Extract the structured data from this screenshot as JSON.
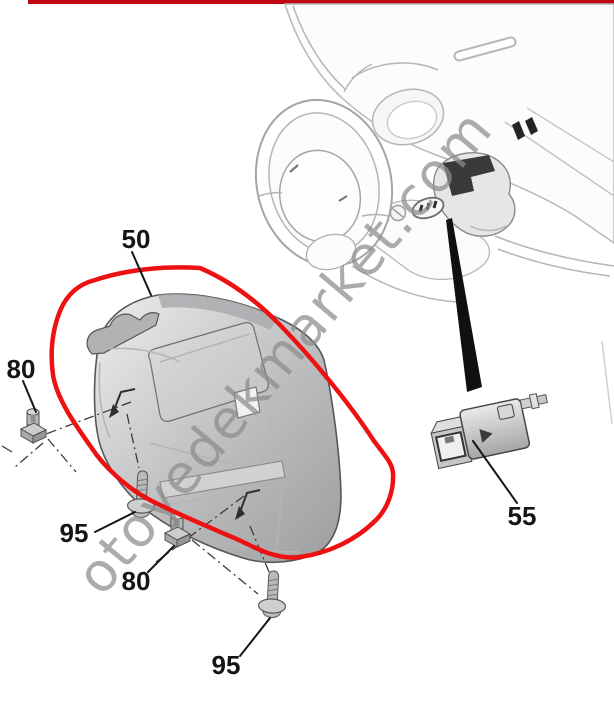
{
  "header": {
    "accent_bar_color": "#c30613"
  },
  "watermark": {
    "text": "otoyedekmarket.com"
  },
  "diagram": {
    "highlight_color": "#ee1111",
    "callouts": [
      {
        "part": "50"
      },
      {
        "part": "80"
      },
      {
        "part": "95"
      },
      {
        "part": "80"
      },
      {
        "part": "95"
      },
      {
        "part": "55"
      }
    ]
  }
}
